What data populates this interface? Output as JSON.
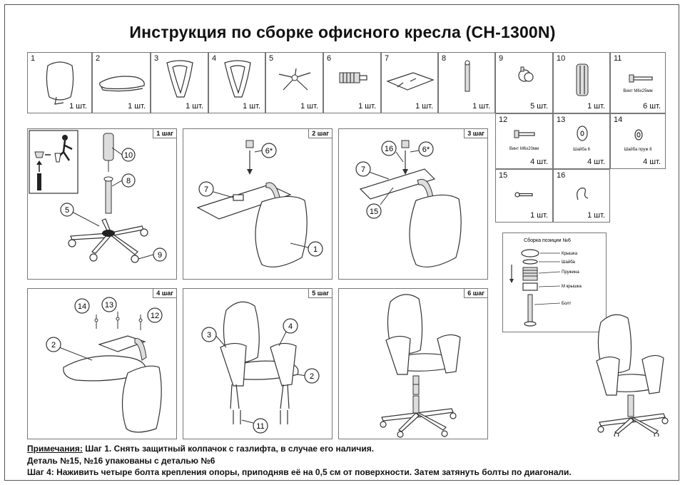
{
  "title": "Инструкция по сборке офисного кресла (CH-1300N)",
  "parts": [
    {
      "num": "1",
      "qty": "1 шт.",
      "icon": "backrest-icon",
      "caption": ""
    },
    {
      "num": "2",
      "qty": "1 шт.",
      "icon": "seat-icon",
      "caption": ""
    },
    {
      "num": "3",
      "qty": "1 шт.",
      "icon": "armrest-left-icon",
      "caption": ""
    },
    {
      "num": "4",
      "qty": "1 шт.",
      "icon": "armrest-right-icon",
      "caption": ""
    },
    {
      "num": "5",
      "qty": "1 шт.",
      "icon": "base-icon",
      "caption": ""
    },
    {
      "num": "6",
      "qty": "1 шт.",
      "icon": "gas-lift-cylinder-icon",
      "caption": ""
    },
    {
      "num": "7",
      "qty": "1 шт.",
      "icon": "mechanism-plate-icon",
      "caption": ""
    },
    {
      "num": "8",
      "qty": "1 шт.",
      "icon": "rod-icon",
      "caption": ""
    },
    {
      "num": "9",
      "qty": "5 шт.",
      "icon": "caster-icon",
      "caption": ""
    },
    {
      "num": "10",
      "qty": "1 шт.",
      "icon": "gas-lift-cover-icon",
      "caption": ""
    },
    {
      "num": "11",
      "qty": "6 шт.",
      "icon": "screw-icon",
      "caption": "Винт М6х25мм"
    },
    {
      "num": "12",
      "qty": "4 шт.",
      "icon": "screw-icon",
      "caption": "Винт М6х20мм"
    },
    {
      "num": "13",
      "qty": "4 шт.",
      "icon": "washer-icon",
      "caption": "Шайба 6"
    },
    {
      "num": "14",
      "qty": "4 шт.",
      "icon": "spring-washer-icon",
      "caption": "Шайба пруж 6"
    },
    {
      "num": "15",
      "qty": "1 шт.",
      "icon": "pin-icon",
      "caption": ""
    },
    {
      "num": "16",
      "qty": "1 шт.",
      "icon": "clip-icon",
      "caption": ""
    }
  ],
  "steps": [
    {
      "tag": "1 шаг",
      "callouts": [
        "10",
        "8",
        "5",
        "9"
      ]
    },
    {
      "tag": "2 шаг",
      "callouts": [
        "6*",
        "7",
        "1"
      ]
    },
    {
      "tag": "3 шаг",
      "callouts": [
        "16",
        "6*",
        "7",
        "15"
      ]
    },
    {
      "tag": "4 шаг",
      "callouts": [
        "14",
        "13",
        "12",
        "2"
      ]
    },
    {
      "tag": "5 шаг",
      "callouts": [
        "3",
        "4",
        "2",
        "11"
      ]
    },
    {
      "tag": "6 шаг",
      "callouts": []
    }
  ],
  "assembly6": {
    "title": "Сборка позиции №6",
    "labels": [
      "Крышка",
      "Шайба",
      "Пружина",
      "М крышка",
      "Болт"
    ]
  },
  "notes": {
    "label": "Примечания:",
    "line1": " Шаг 1. Снять защитный колпачок с газлифта, в случае его наличия.",
    "line2": "Деталь №15, №16 упакованы с деталью №6",
    "line3": "Шаг 4: Наживить четыре болта крепления опоры, приподняв её на 0,5 см от поверхности. Затем затянуть болты по диагонали."
  }
}
